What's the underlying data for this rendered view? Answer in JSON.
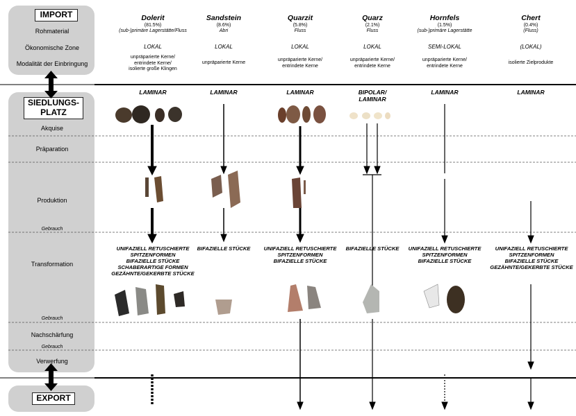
{
  "import_box": {
    "title": "IMPORT",
    "rows": [
      "Rohmaterial",
      "Ökonomische Zone",
      "Modalität der Einbringung"
    ]
  },
  "settlement_box": {
    "title_line1": "SIEDLUNGS-",
    "title_line2": "PLATZ",
    "stages": {
      "akquise": "Akquise",
      "praeparation": "Präparation",
      "produktion": "Produktion",
      "gebrauch1": "Gebrauch",
      "transformation": "Transformation",
      "gebrauch2": "Gebrauch",
      "nachschaerfung": "Nachschärfung",
      "gebrauch3": "Gebrauch",
      "verwerfung": "Verwerfung"
    }
  },
  "export_box": {
    "title": "EXPORT"
  },
  "columns": [
    {
      "name": "Dolerit",
      "percent": "(81.5%)",
      "source": "(sub-)primäre Lagerstätte/Fluss",
      "zone": "LOKAL",
      "modality": [
        "unpräparierte Kerne/",
        "entrindete Kerne/",
        "isolierte große Klingen"
      ],
      "technique": [
        "LAMINAR"
      ],
      "transformation": [
        "UNIFAZIELL RETUSCHIERTE",
        "SPITZENFORMEN",
        "BIFAZIELLE STÜCKE",
        "SCHABERARTIGE FORMEN",
        "GEZÄHNTE/GEKERBTE STÜCKE"
      ]
    },
    {
      "name": "Sandstein",
      "percent": "(8.6%)",
      "source": "Abri",
      "zone": "LOKAL",
      "modality": [
        "unpräparierte Kerne"
      ],
      "technique": [
        "LAMINAR"
      ],
      "transformation": [
        "BIFAZIELLE STÜCKE"
      ]
    },
    {
      "name": "Quarzit",
      "percent": "(5.8%)",
      "source": "Fluss",
      "zone": "LOKAL",
      "modality": [
        "unpräparierte Kerne/",
        "entrindete Kerne"
      ],
      "technique": [
        "LAMINAR"
      ],
      "transformation": [
        "UNIFAZIELL RETUSCHIERTE",
        "SPITZENFORMEN",
        "BIFAZIELLE STÜCKE"
      ]
    },
    {
      "name": "Quarz",
      "percent": "(2.1%)",
      "source": "Fluss",
      "zone": "LOKAL",
      "modality": [
        "unpräparierte Kerne/",
        "entrindete Kerne"
      ],
      "technique": [
        "BIPOLAR/",
        "LAMINAR"
      ],
      "transformation": [
        "BIFAZIELLE STÜCKE"
      ]
    },
    {
      "name": "Hornfels",
      "percent": "(1.5%)",
      "source": "(sub-)primäre Lagerstätte",
      "zone": "SEMI-LOKAL",
      "modality": [
        "unpräparierte Kerne/",
        "entrindete Kerne"
      ],
      "technique": [
        "LAMINAR"
      ],
      "transformation": [
        "UNIFAZIELL RETUSCHIERTE",
        "SPITZENFORMEN",
        "BIFAZIELLE STÜCKE"
      ]
    },
    {
      "name": "Chert",
      "percent": "(0.4%)",
      "source": "(Fluss)",
      "zone": "(LOKAL)",
      "modality": [
        "isolierte Zielprodukte"
      ],
      "technique": [
        "LAMINAR"
      ],
      "transformation": [
        "UNIFAZIELL RETUSCHIERTE",
        "SPITZENFORMEN",
        "BIFAZIELLE STÜCKE",
        "GEZÄHNTE/GEKERBTE STÜCKE"
      ]
    }
  ],
  "colors": {
    "panel": "#d0d0d0",
    "line": "#000000",
    "dash": "#444444"
  }
}
